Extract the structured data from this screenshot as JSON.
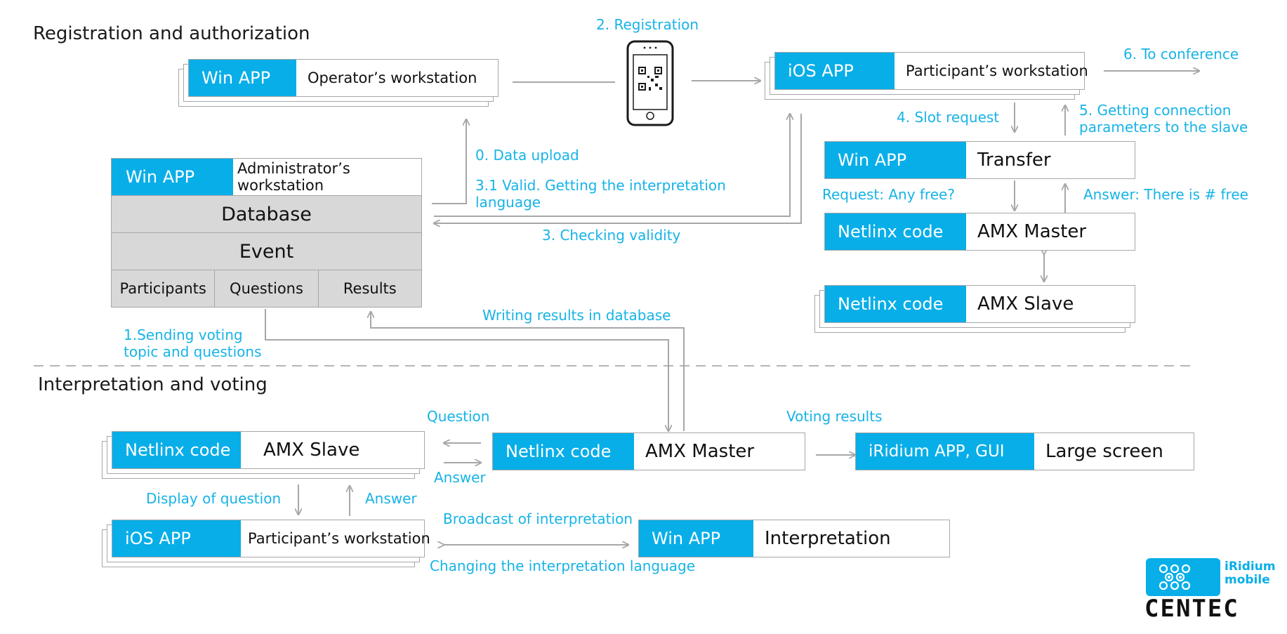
{
  "sections": {
    "registration_title": "Registration and authorization",
    "interpretation_title": "Interpretation and voting"
  },
  "boxes": {
    "operator": {
      "tag": "Win APP",
      "name": "Operator’s workstation"
    },
    "participant_ios_top": {
      "tag": "iOS APP",
      "name": "Participant’s workstation"
    },
    "transfer": {
      "tag": "Win APP",
      "name": "Transfer"
    },
    "amx_master_top": {
      "tag": "Netlinx code",
      "name": "AMX Master"
    },
    "amx_slave_top": {
      "tag": "Netlinx code",
      "name": "AMX Slave"
    },
    "amx_slave_bottom": {
      "tag": "Netlinx code",
      "name": "AMX Slave"
    },
    "amx_master_bottom": {
      "tag": "Netlinx code",
      "name": "AMX Master"
    },
    "large_screen": {
      "tag": "iRidium APP, GUI",
      "name": "Large screen"
    },
    "participant_ios_bottom": {
      "tag": "iOS APP",
      "name": "Participant’s workstation"
    },
    "interpretation": {
      "tag": "Win APP",
      "name": "Interpretation"
    }
  },
  "database": {
    "tag": "Win APP",
    "name": "Administrator’s workstation",
    "db_label": "Database",
    "event_label": "Event",
    "cells": [
      "Participants",
      "Questions",
      "Results"
    ]
  },
  "labels": {
    "registration": "2. Registration",
    "to_conference": "6. To conference",
    "slot_request": "4. Slot request",
    "getting_connection_1": "5. Getting connection",
    "getting_connection_2": "parameters to the slave",
    "data_upload": "0.   Data upload",
    "valid_1": "3.1 Valid. Getting the interpretation",
    "valid_2": "language",
    "checking_validity": "3. Checking validity",
    "request_free": "Request: Any free?",
    "answer_free": "Answer: There is # free",
    "writing_results": "Writing results in database",
    "sending_voting_1": "1.Sending voting",
    "sending_voting_2": "topic and questions",
    "question": "Question",
    "answer_right": "Answer",
    "voting_results": "Voting results",
    "display_question": "Display of question",
    "answer_up": "Answer",
    "broadcast": "Broadcast of interpretation",
    "changing_lang": "Changing the interpretation language"
  },
  "logo": {
    "brand_small_1": "iRidium",
    "brand_small_2": "mobile",
    "brand_big": "CENTEC"
  },
  "colors": {
    "accent": "#08aee8",
    "label": "#17b3e6",
    "line": "#a7a7a7",
    "grey_fill": "#d8d8d8"
  }
}
